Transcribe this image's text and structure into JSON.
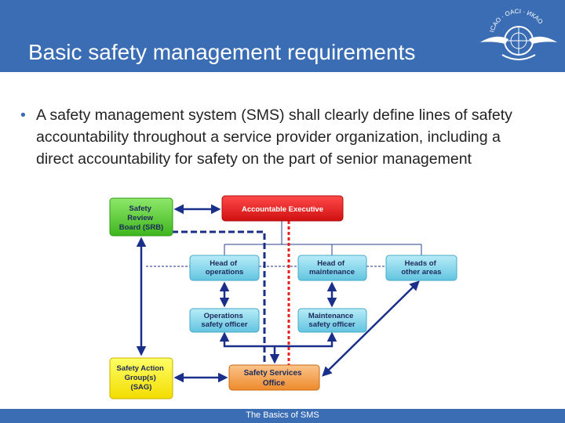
{
  "slide": {
    "title": "Basic safety management requirements",
    "bullet": "A safety management system (SMS) shall clearly define lines of safety accountability throughout a service provider organization, including a direct accountability for safety on the part of senior management",
    "footer": "The Basics of SMS"
  },
  "logo": {
    "text": "ICAO · OACI · ИКАО"
  },
  "diagram": {
    "srb": [
      "Safety",
      "Review",
      "Board (SRB)"
    ],
    "ae": [
      "Accountable Executive"
    ],
    "hop": [
      "Head of",
      "operations"
    ],
    "hmt": [
      "Head of",
      "maintenance"
    ],
    "hoa": [
      "Heads of",
      "other areas"
    ],
    "oso": [
      "Operations",
      "safety officer"
    ],
    "mso": [
      "Maintenance",
      "safety officer"
    ],
    "sag": [
      "Safety Action",
      "Group(s)",
      "(SAG)"
    ],
    "sso": [
      "Safety Services",
      "Office"
    ]
  },
  "colors": {
    "header": "#3a6db4",
    "green": "#5fcf3a",
    "red": "#e81f1f",
    "cyan": "#7fd3ea",
    "yellow": "#ffee22",
    "orange": "#f5a04a",
    "navy": "#1a2f8a"
  }
}
